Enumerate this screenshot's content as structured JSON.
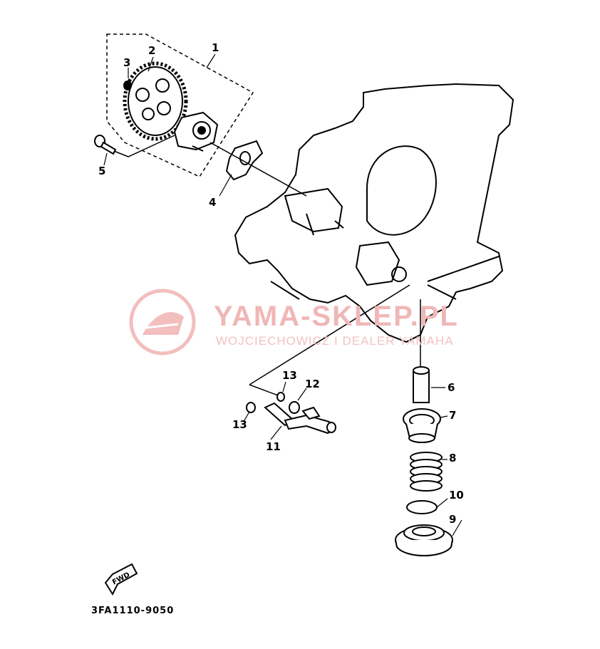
{
  "diagram": {
    "callouts": [
      "1",
      "2",
      "3",
      "4",
      "5",
      "6",
      "7",
      "8",
      "9",
      "10",
      "11",
      "12",
      "13",
      "13"
    ],
    "fwd_label": "FWD",
    "drawing_code": "3FA1110-9050"
  },
  "watermark": {
    "title": "YAMA-SKLEP.PL",
    "subtitle": "WOJCIECHOWICZ I DEALER YAMAHA",
    "color": "#e88a8a"
  }
}
